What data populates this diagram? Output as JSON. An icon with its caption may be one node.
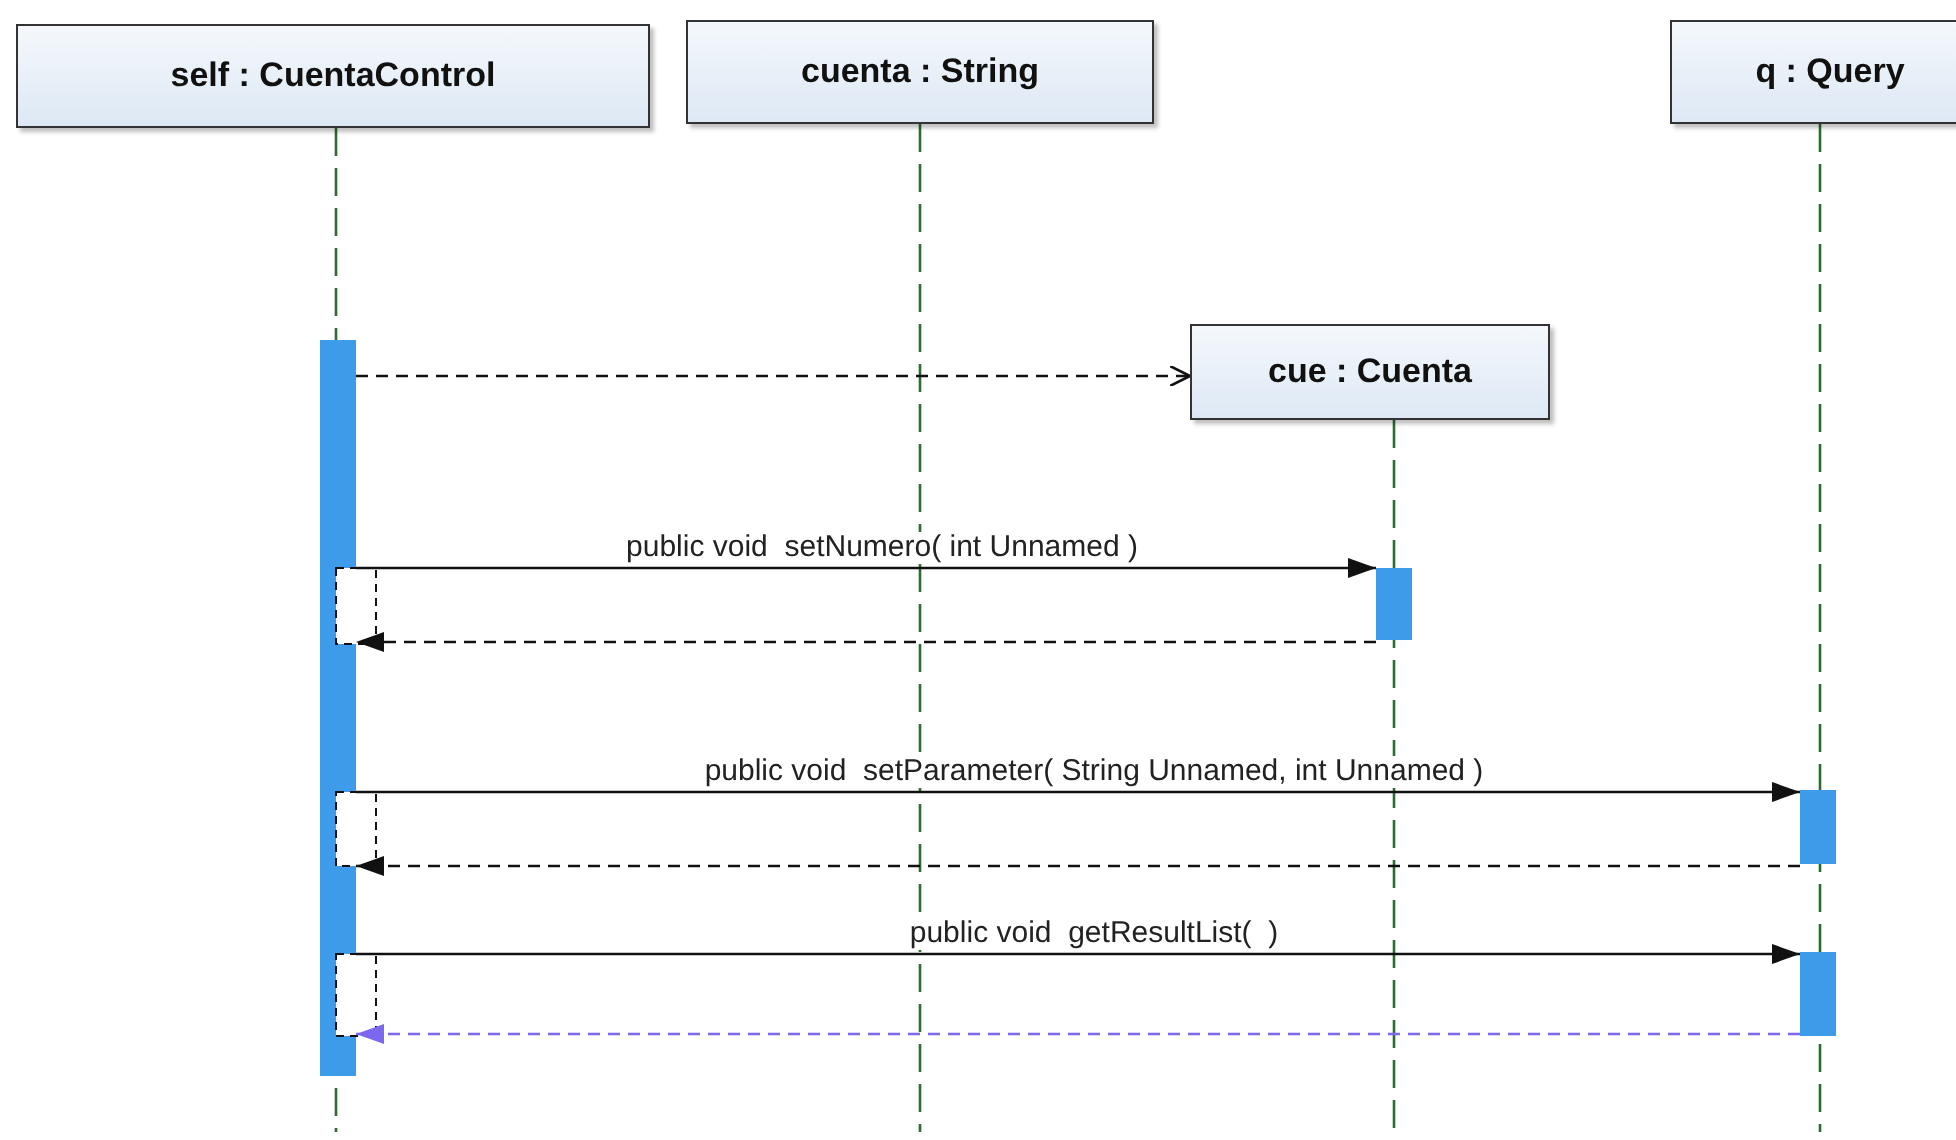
{
  "diagram": {
    "nodes": [
      {
        "text": [
          "self : CuentaControl"
        ]
      },
      {
        "text": [
          "cuenta : String"
        ]
      },
      {
        "text": [
          "cue : Cuenta"
        ]
      },
      {
        "text": [
          "q : Query"
        ]
      },
      {
        "text": [],
        "shape": "bar"
      },
      {
        "text": [],
        "shape": "bar"
      },
      {
        "text": [],
        "shape": "bar"
      },
      {
        "text": [],
        "shape": "bar"
      }
    ],
    "edges": [
      {
        "from": 4,
        "to": 2,
        "arrow": "to",
        "style": "dashed"
      },
      {
        "from": 4,
        "to": 5,
        "arrow": "to",
        "label": "public void  setNumero( int Unnamed )"
      },
      {
        "from": 5,
        "to": 4,
        "arrow": "to",
        "style": "dashed"
      },
      {
        "from": 4,
        "to": 6,
        "arrow": "to",
        "label": "public void  setParameter( String Unnamed, int Unnamed )"
      },
      {
        "from": 6,
        "to": 4,
        "arrow": "to",
        "style": "dashed"
      },
      {
        "from": 4,
        "to": 7,
        "arrow": "to",
        "label": "public void  getResultList(  )"
      },
      {
        "from": 7,
        "to": 4,
        "arrow": "to",
        "style": "dashed",
        "color": "#7b68ee"
      }
    ]
  }
}
